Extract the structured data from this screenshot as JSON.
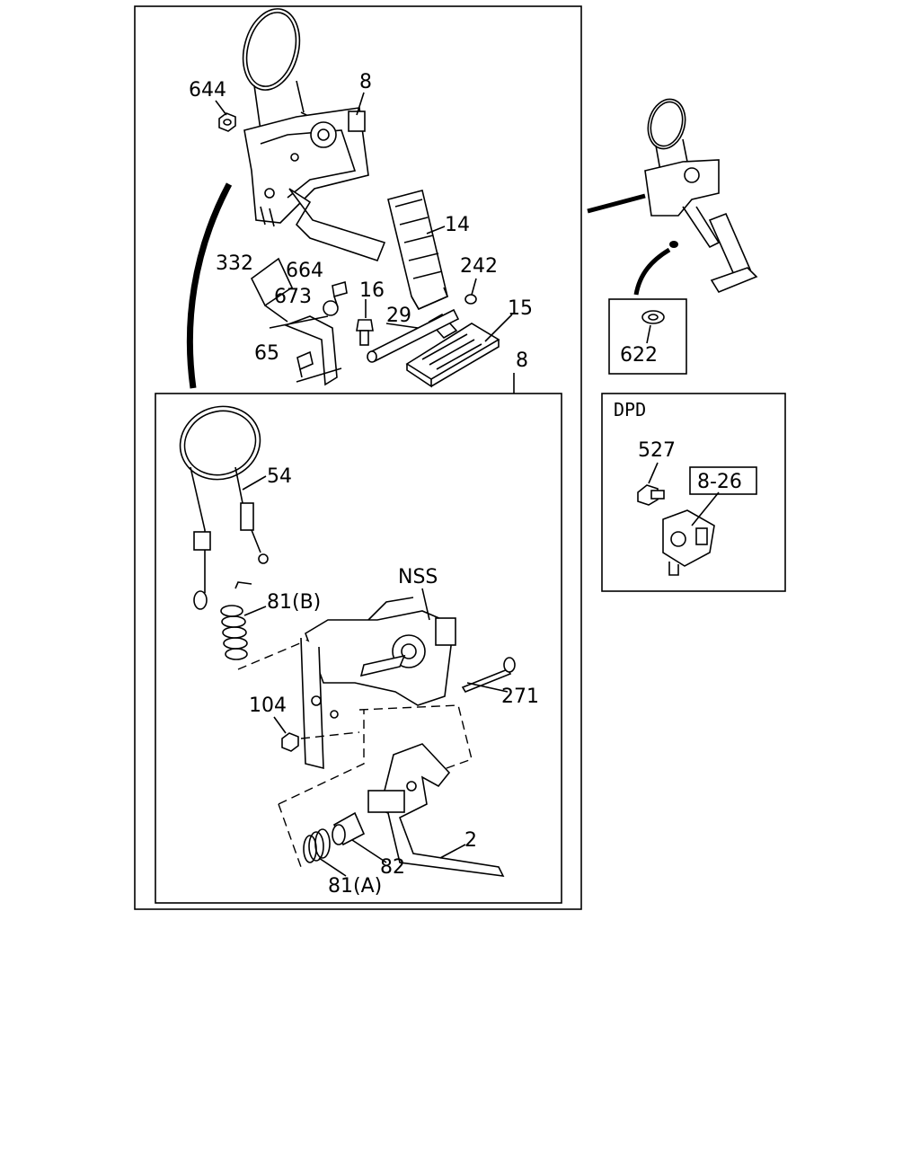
{
  "callouts": {
    "c644": "644",
    "c8_top": "8",
    "c14": "14",
    "c332": "332",
    "c664": "664",
    "c673": "673",
    "c16": "16",
    "c242": "242",
    "c29": "29",
    "c15": "15",
    "c65": "65",
    "c8_inset": "8",
    "c54": "54",
    "c81b": "81(B)",
    "cnss": "NSS",
    "c104": "104",
    "c271": "271",
    "c2": "2",
    "c82": "82",
    "c81a": "81(A)",
    "c622": "622"
  },
  "dpd_box": {
    "title": "DPD",
    "c527": "527",
    "ref": "8-26"
  }
}
